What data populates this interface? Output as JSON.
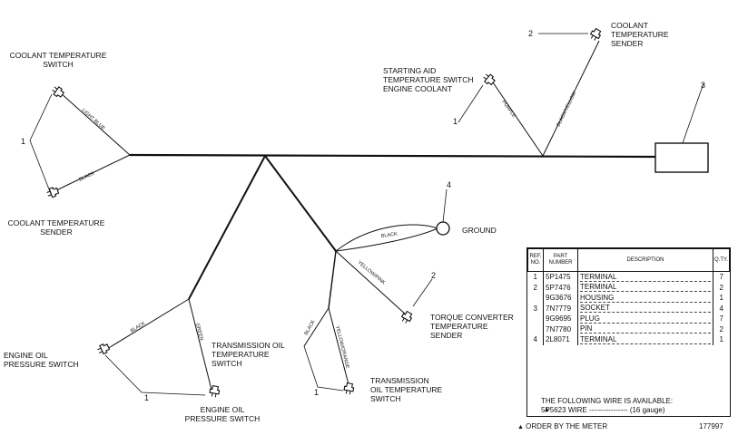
{
  "components": {
    "coolant_switch_left": "COOLANT TEMPERATURE\nSWITCH",
    "coolant_sender_left": "COOLANT TEMPERATURE\nSENDER",
    "starting_aid_switch": "STARTING AID\nTEMPERATURE SWITCH\nENGINE COOLANT",
    "coolant_sender_top": "COOLANT\nTEMPERATURE\nSENDER",
    "ground": "GROUND",
    "engine_oil_switch_left": "ENGINE OIL\nPRESSURE SWITCH",
    "engine_oil_switch_bottom": "ENGINE OIL\nPRESSURE SWITCH",
    "trans_oil_switch_upper": "TRANSMISSION OIL\nTEMPERATURE\nSWITCH",
    "trans_oil_switch_lower": "TRANSMISSION\nOIL TEMPERATURE\nSWITCH",
    "torque_converter_sender": "TORQUE CONVERTER\nTEMPERATURE\nSENDER"
  },
  "wire_colors": {
    "light_blue": "LIGHT BLUE",
    "black_left": "BLACK",
    "purple": "PURPLE",
    "black_yellow": "BLACK/YELLOW",
    "black_ground": "BLACK",
    "yellow_pink": "YELLOW/PINK",
    "black_engine": "BLACK",
    "green": "GREEN",
    "black_trans": "BLACK",
    "yellow_orange": "YELLOW/ORANGE"
  },
  "ref_numbers": {
    "r1_coolant_left": "1",
    "r2_coolant_top": "2",
    "r1_starting_aid": "1",
    "r3_housing": "3",
    "r4_ground": "4",
    "r2_torque": "2",
    "r1_engine_oil": "1",
    "r1_trans_oil": "1"
  },
  "table": {
    "headers": {
      "ref": "REF.\nNO.",
      "part": "PART\nNUMBER",
      "desc": "DESCRIPTION",
      "qty": "Q.TY."
    },
    "rows": [
      {
        "ref": "1",
        "part": "5P1475",
        "desc": "TERMINAL",
        "qty": "7"
      },
      {
        "ref": "2",
        "part": "5P7476",
        "desc": "TERMINAL",
        "qty": "2"
      },
      {
        "ref": "",
        "part": "9G3676",
        "desc": "HOUSING",
        "qty": "1"
      },
      {
        "ref": "3",
        "part": "7N7779",
        "desc": "SOCKET",
        "qty": "4"
      },
      {
        "ref": "",
        "part": "9G9695",
        "desc": "PLUG",
        "qty": "7"
      },
      {
        "ref": "",
        "part": "7N7780",
        "desc": "PIN",
        "qty": "2"
      },
      {
        "ref": "4",
        "part": "2L8071",
        "desc": "TERMINAL",
        "qty": "1"
      }
    ],
    "wire_note_title": "THE FOLLOWING WIRE IS AVAILABLE:",
    "wire_note_part": "5P5623",
    "wire_note_desc": "WIRE",
    "wire_note_gauge": "(16 gauge)"
  },
  "footer_note": "ORDER BY THE METER",
  "figure_number": "177997"
}
